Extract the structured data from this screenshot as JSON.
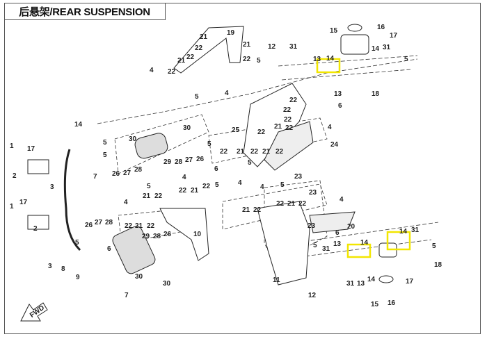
{
  "title": "后悬架/REAR SUSPENSION",
  "fwd_label": "FWD",
  "highlight_color": "#f2e600",
  "callouts": [
    "19",
    "21",
    "22",
    "21",
    "22",
    "22",
    "4",
    "5",
    "4",
    "21",
    "22",
    "5",
    "12",
    "31",
    "13",
    "14",
    "13",
    "18",
    "15",
    "16",
    "17",
    "14",
    "31",
    "5",
    "6",
    "22",
    "22",
    "22",
    "25",
    "22",
    "21",
    "22",
    "4",
    "24",
    "22",
    "21",
    "22",
    "21",
    "22",
    "5",
    "6",
    "5",
    "4",
    "23",
    "14",
    "30",
    "30",
    "5",
    "5",
    "7",
    "26",
    "27",
    "28",
    "29",
    "28",
    "27",
    "26",
    "1",
    "17",
    "2",
    "3",
    "1",
    "17",
    "2",
    "3",
    "8",
    "9",
    "4",
    "5",
    "4",
    "22",
    "21",
    "22",
    "21",
    "22",
    "5",
    "5",
    "26",
    "27",
    "28",
    "6",
    "22",
    "21",
    "22",
    "29",
    "28",
    "26",
    "10",
    "30",
    "30",
    "7",
    "4",
    "5",
    "23",
    "4",
    "21",
    "22",
    "22",
    "21",
    "22",
    "23",
    "20",
    "6",
    "5",
    "13",
    "31",
    "14",
    "14",
    "31",
    "5",
    "18",
    "11",
    "12",
    "31",
    "13",
    "14",
    "15",
    "16",
    "17"
  ]
}
